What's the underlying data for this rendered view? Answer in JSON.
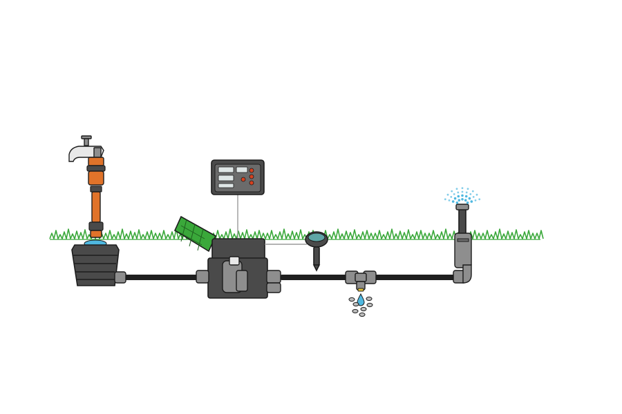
{
  "diagram": {
    "components": [
      "water-tap",
      "tap-hose-connector",
      "water-supply-box",
      "pipe",
      "valve-box",
      "control-unit",
      "soil-moisture-sensor",
      "drain-valve",
      "pop-up-sprinkler"
    ]
  },
  "colors": {
    "background": "#ffffff",
    "grass": "#3aa83a",
    "pipe": "#1f1f1f",
    "outline": "#1c1c1c",
    "dark_body": "#4a4a4a",
    "mid_body": "#6b6b6b",
    "connector": "#8e8e8e",
    "hose_orange": "#e0732a",
    "lid_green": "#3aa83a",
    "water_blue": "#4fb8e0",
    "stone_grey": "#bdbdbd",
    "control_screen": "#dfe6e6",
    "control_button_red": "#d6411f"
  }
}
